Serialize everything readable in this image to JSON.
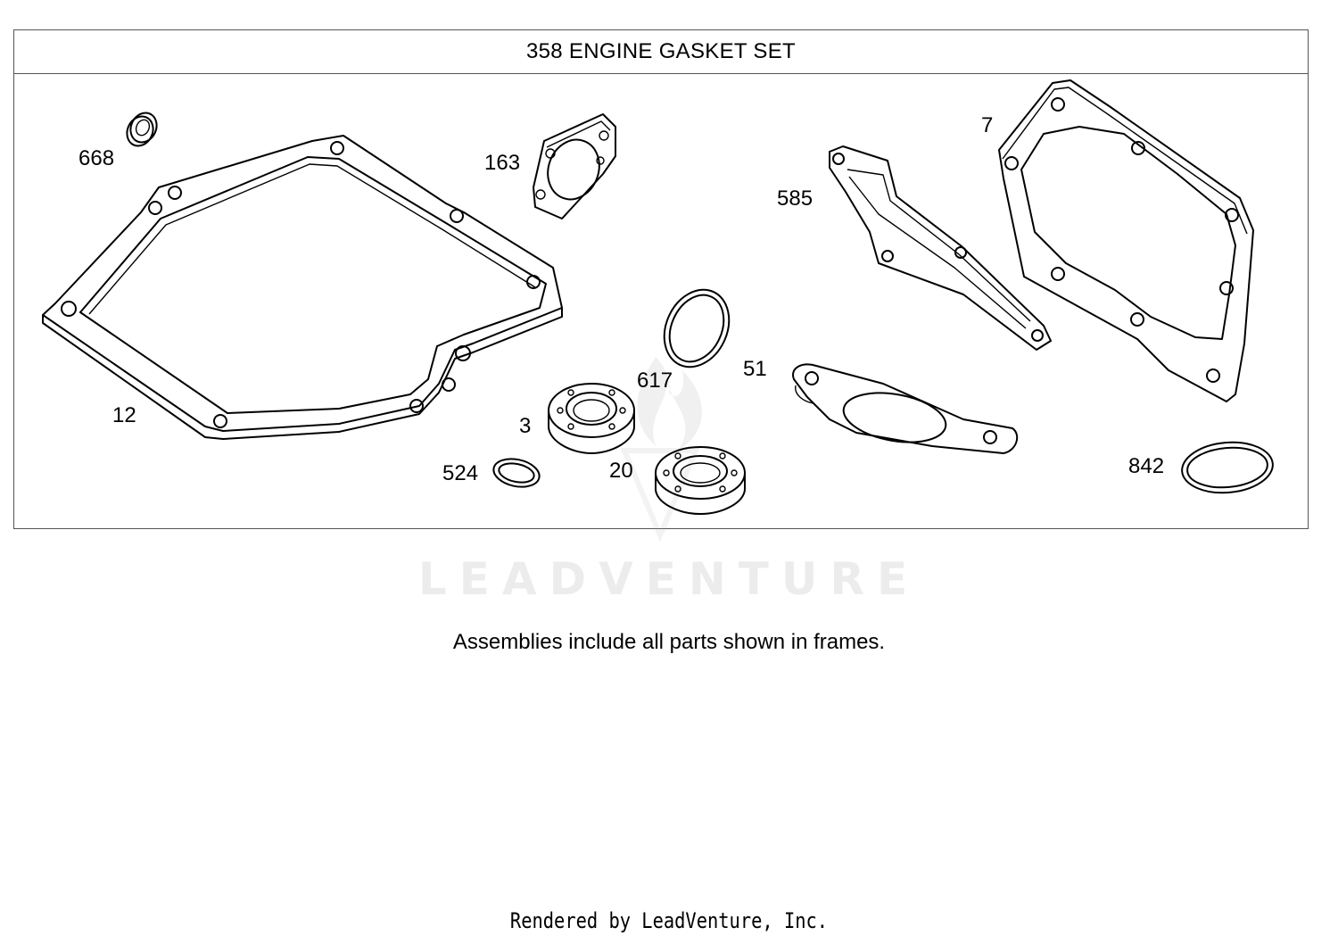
{
  "frame": {
    "title": "358 ENGINE GASKET SET"
  },
  "callouts": {
    "c668": "668",
    "c163": "163",
    "c7": "7",
    "c585": "585",
    "c12": "12",
    "c617": "617",
    "c51": "51",
    "c3": "3",
    "c524": "524",
    "c20": "20",
    "c842": "842"
  },
  "watermark": "LEADVENTURE",
  "note": "Assemblies include all parts shown in frames.",
  "footer": "Rendered by LeadVenture, Inc."
}
